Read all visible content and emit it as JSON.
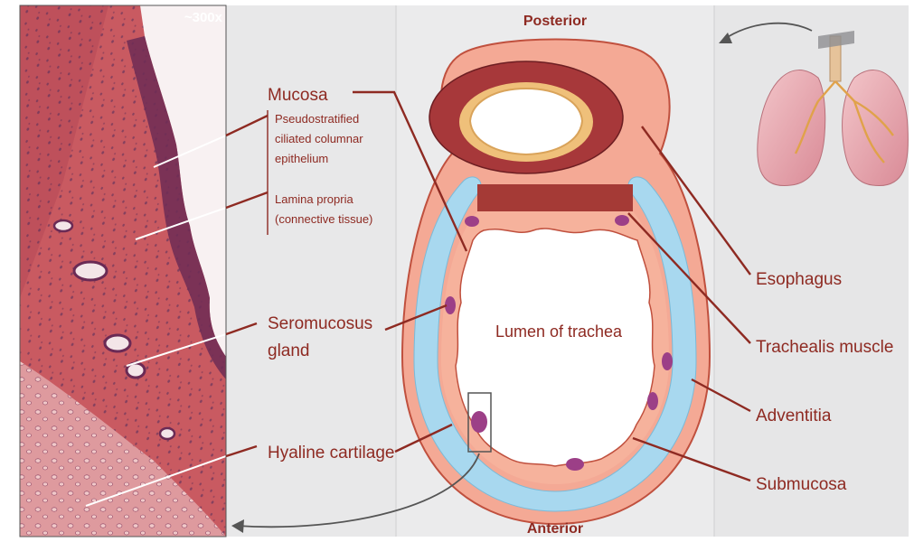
{
  "micrograph": {
    "magnification": "~300x"
  },
  "orientation": {
    "posterior": "Posterior",
    "anterior": "Anterior"
  },
  "labels": {
    "mucosa": "Mucosa",
    "epithelium": [
      "Pseudostratified",
      "ciliated columnar",
      "epithelium"
    ],
    "lamina_propria": [
      "Lamina propria",
      "(connective tissue)"
    ],
    "seromucous_gland": [
      "Seromucosus",
      "gland"
    ],
    "hyaline_cartilage": "Hyaline cartilage",
    "lumen": "Lumen of trachea",
    "esophagus": "Esophagus",
    "trachealis_muscle": "Trachealis muscle",
    "adventitia": "Adventitia",
    "submucosa": "Submucosa"
  },
  "colors": {
    "panel_background": "#e7e7e8",
    "text_and_leaders": "#8e2a22",
    "cartilage": "#a9d9ef",
    "mucosa": "#f6b29c",
    "muscle": "#a53a36",
    "gland": "#9c3f87"
  }
}
